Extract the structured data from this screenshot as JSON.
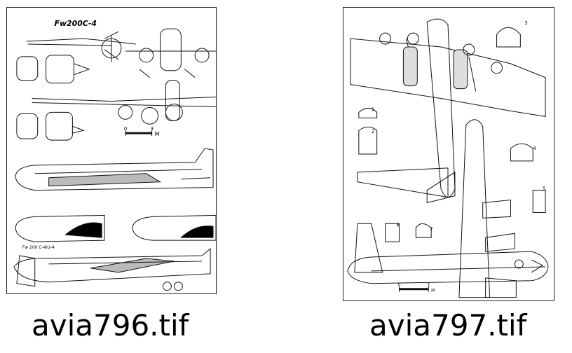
{
  "files": [
    {
      "filename": "avia796.tif",
      "drawing_title": "Fw200C-4",
      "variant_note": "Fw 200 C-4/U-4",
      "scale_label": "M",
      "scale_ticks": [
        "0",
        "3"
      ]
    },
    {
      "filename": "avia797.tif",
      "section_numbers": [
        "1",
        "2",
        "3",
        "4",
        "5",
        "6",
        "7"
      ],
      "scale_label": "M",
      "scale_ticks": [
        "0",
        "3"
      ]
    }
  ]
}
